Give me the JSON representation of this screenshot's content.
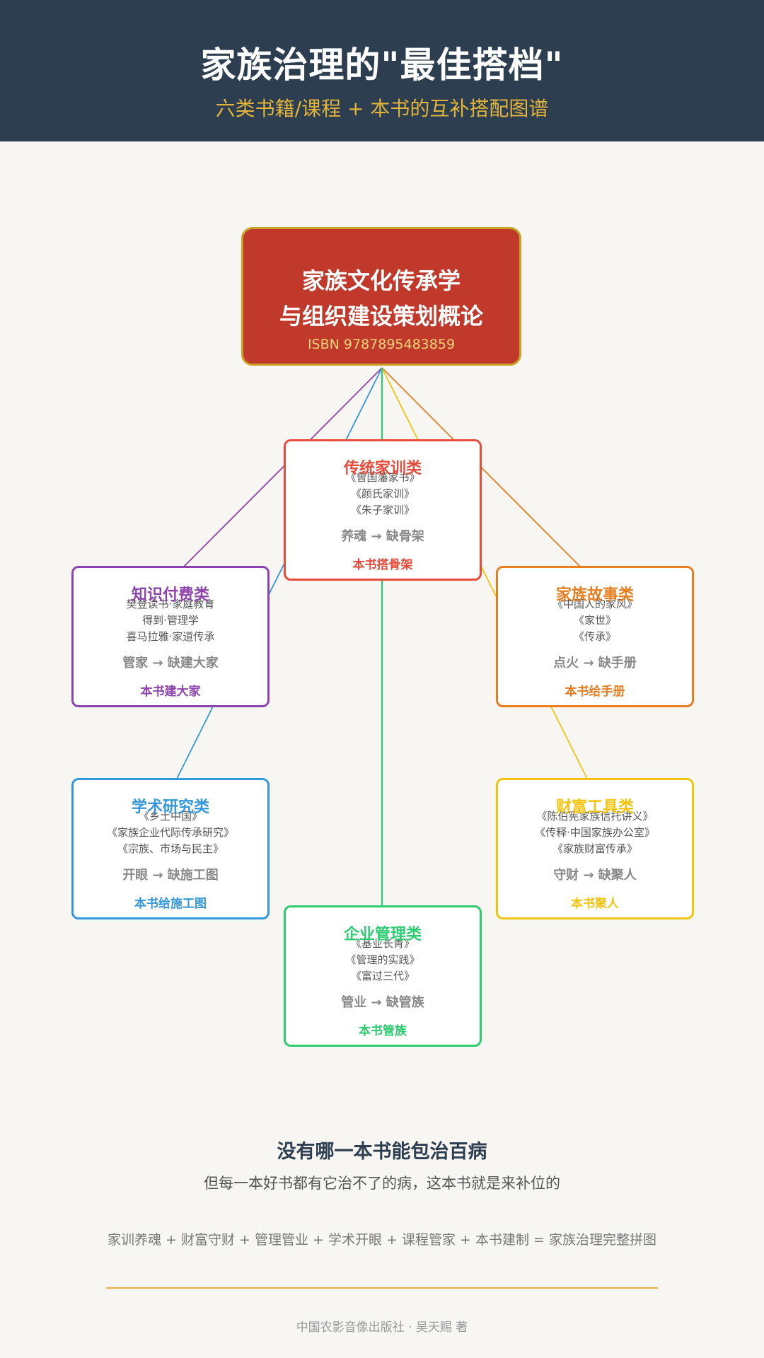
{
  "header": {
    "title": "家族治理的\"最佳搭档\"",
    "subtitle": "六类书籍/课程 + 本书的互补搭配图谱"
  },
  "center": {
    "title_line1": "家族文化传承学",
    "title_line2": "与组织建设策划概论",
    "isbn": "ISBN 9787895483859"
  },
  "categories": [
    {
      "key": "traditional",
      "name": "传统家训类",
      "color": "#e74c3c",
      "books": [
        "《曾国藩家书》",
        "《颜氏家训》",
        "《朱子家训》"
      ],
      "formula": "养魂 → 缺骨架",
      "answer": "本书搭骨架"
    },
    {
      "key": "knowledge",
      "name": "知识付费类",
      "color": "#8e44ad",
      "books": [
        "樊登读书·家庭教育",
        "得到·管理学",
        "喜马拉雅·家道传承"
      ],
      "formula": "管家 → 缺建大家",
      "answer": "本书建大家"
    },
    {
      "key": "story",
      "name": "家族故事类",
      "color": "#e67e22",
      "books": [
        "《中国人的家风》",
        "《家世》",
        "《传承》"
      ],
      "formula": "点火 → 缺手册",
      "answer": "本书给手册"
    },
    {
      "key": "academic",
      "name": "学术研究类",
      "color": "#3498db",
      "books": [
        "《乡土中国》",
        "《家族企业代际传承研究》",
        "《宗族、市场与民主》"
      ],
      "formula": "开眼 → 缺施工图",
      "answer": "本书给施工图"
    },
    {
      "key": "wealth",
      "name": "财富工具类",
      "color": "#f1c40f",
      "books": [
        "《陈伯宪家族信托讲义》",
        "《传释·中国家族办公室》",
        "《家族财富传承》"
      ],
      "formula": "守财 → 缺聚人",
      "answer": "本书聚人"
    },
    {
      "key": "management",
      "name": "企业管理类",
      "color": "#2ecc71",
      "books": [
        "《基业长青》",
        "《管理的实践》",
        "《富过三代》"
      ],
      "formula": "管业 → 缺管族",
      "answer": "本书管族"
    }
  ],
  "summary": {
    "title": "没有哪一本书能包治百病",
    "subtitle": "但每一本好书都有它治不了的病，这本书就是来补位的",
    "equation": "家训养魂 + 财富守财 + 管理管业 + 学术开眼 + 课程管家 + 本书建制 = 家族治理完整拼图"
  },
  "footer": "中国农影音像出版社 · 吴天赐 著",
  "colors": {
    "header_bg": "#2c3e50",
    "accent": "#e2b43a",
    "center_bg": "#c0392b",
    "page_bg": "#f7f6f2"
  }
}
